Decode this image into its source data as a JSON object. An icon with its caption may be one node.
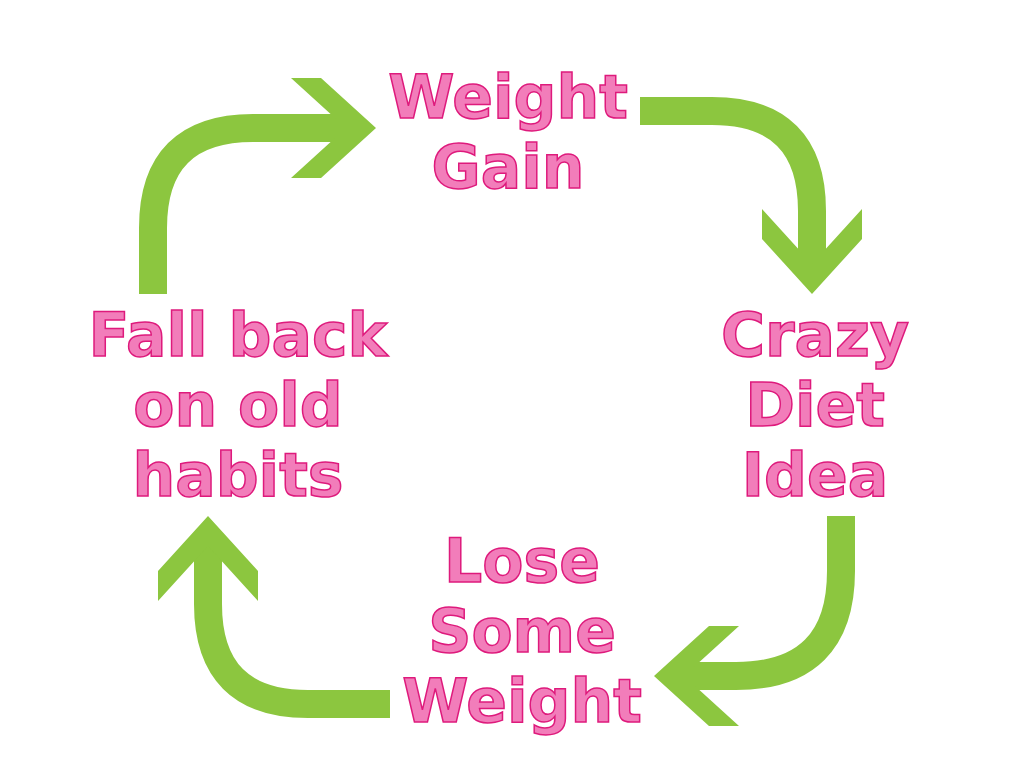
{
  "diagram": {
    "nodes": [
      {
        "text": [
          "Weight Gain"
        ]
      },
      {
        "text": [
          "Crazy Diet Idea"
        ]
      },
      {
        "text": [
          "Lose Some Weight"
        ]
      },
      {
        "text": [
          "Fall back on old habits"
        ]
      }
    ],
    "edges": [
      {
        "from": 0,
        "to": 1,
        "arrow": "to"
      },
      {
        "from": 1,
        "to": 2,
        "arrow": "to"
      },
      {
        "from": 2,
        "to": 3,
        "arrow": "to"
      },
      {
        "from": 3,
        "to": 0,
        "arrow": "to"
      }
    ]
  }
}
